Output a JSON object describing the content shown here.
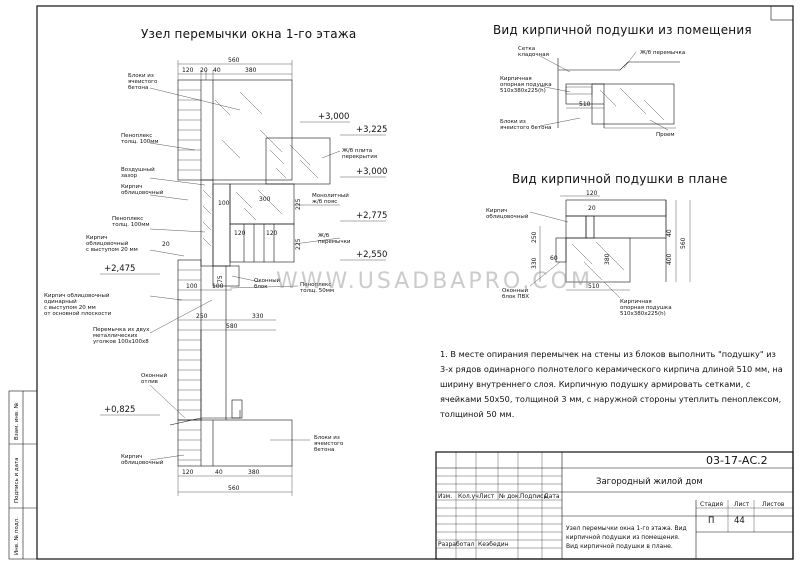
{
  "titles": {
    "main": "Узел перемычки окна 1-го этажа",
    "view_room": "Вид кирпичной подушки из помещения",
    "view_plan": "Вид кирпичной подушки в плане"
  },
  "main_labels": {
    "blocks_top": [
      "Блоки из",
      "ячеистого",
      "бетона"
    ],
    "penoplex_100": [
      "Пеноплекс",
      "толщ. 100мм"
    ],
    "air_gap": [
      "Воздушный",
      "зазор"
    ],
    "brick_facing": [
      "Кирпич",
      "облицовочный"
    ],
    "penoplex_100b": [
      "Пеноплекс",
      "толщ. 100мм"
    ],
    "brick_facing_ledge": [
      "Кирпич",
      "облицовочный",
      "с выступом 20 мм"
    ],
    "brick_single": [
      "Кирпич облицовочный",
      "одинарный",
      "с выступом 20 мм",
      "от основной плоскости"
    ],
    "mesh": [
      "Перемычка из двух",
      "металлических",
      "уголков 100х100х8"
    ],
    "sill": [
      "Оконный",
      "отлив"
    ],
    "brick_facing_bottom": [
      "Кирпич",
      "облицовочный"
    ],
    "blocks_bottom": [
      "Блоки из",
      "ячеистого",
      "бетона"
    ],
    "slab": [
      "Ж/б плита",
      "перекрытия"
    ],
    "mono_belt": [
      "Монолитный",
      "ж/б пояс"
    ],
    "lintels": [
      "Ж/б",
      "перемычки"
    ],
    "window_block": [
      "Оконный",
      "блок"
    ],
    "penoplex_50": [
      "Пеноплекс",
      "толщ. 50мм"
    ]
  },
  "main_levels": [
    "+3,000",
    "+3,225",
    "+3,000",
    "+2,775",
    "+2,550",
    "+2,475",
    "+0,825"
  ],
  "main_dims": {
    "top_total": "560",
    "top_parts": [
      "120",
      "20",
      "40",
      "380"
    ],
    "d100": "100",
    "d300": "300",
    "d225a": "225",
    "d225b": "225",
    "d120": "120",
    "d120b": "120",
    "d20": "20",
    "mid_parts": [
      "100",
      "100"
    ],
    "d250": "250",
    "d330": "330",
    "d580": "580",
    "d75": "75",
    "bottom_parts": [
      "120",
      "40",
      "380"
    ],
    "bottom_total": "560"
  },
  "room_view": {
    "labels": {
      "mesh": [
        "Сетка",
        "кладочная"
      ],
      "slab": "Ж/б перемычка",
      "pad": [
        "Кирпичная",
        "опорная подушка",
        "510х380х225(h)"
      ],
      "blocks": [
        "Блоки из",
        "ячеистого бетона"
      ],
      "opening": "Проем"
    },
    "dim": "510"
  },
  "plan_view": {
    "labels": {
      "brick": [
        "Кирпич",
        "облицовочный"
      ],
      "pvc": [
        "Оконный",
        "блок ПВХ"
      ],
      "pad": [
        "Кирпичная",
        "опорная подушка",
        "510х380х225(h)"
      ]
    },
    "dims": [
      "120",
      "20",
      "250",
      "330",
      "60",
      "380",
      "400",
      "40",
      "560",
      "510"
    ]
  },
  "note": [
    "1. В месте опирания перемычек на стены из блоков выполнить \"подушку\" из",
    "3-х рядов одинарного полнотелого керамического кирпича длиной 510 мм, на",
    "ширину внутреннего слоя. Кирпичную подушку армировать сетками, с",
    "ячейками 50х50, толщиной 3 мм, с наружной стороны утеплить пеноплексом,",
    "толщиной 50 мм."
  ],
  "watermark": "WWW.USADBAPRO.COM",
  "stamp": {
    "code": "03-17-АС.2",
    "project": "Загородный жилой дом",
    "cols": [
      "Изм.",
      "Кол.уч",
      "Лист",
      "№ док.",
      "Подпись",
      "Дата"
    ],
    "developer_role": "Разработал",
    "developer_name": "Кеэбедин",
    "description": [
      "Узел перемычки окна 1-го этажа. Вид",
      "кирпичной подушки из помещения.",
      "Вид кирпичной подушки в плане."
    ],
    "stage_h": "Стадия",
    "sheet_h": "Лист",
    "sheets_h": "Листов",
    "stage_v": "П",
    "sheet_v": "44",
    "sheets_v": ""
  },
  "side_stamp": [
    "Инв. № подл.",
    "Подпись и дата",
    "Взам. инв. №"
  ]
}
